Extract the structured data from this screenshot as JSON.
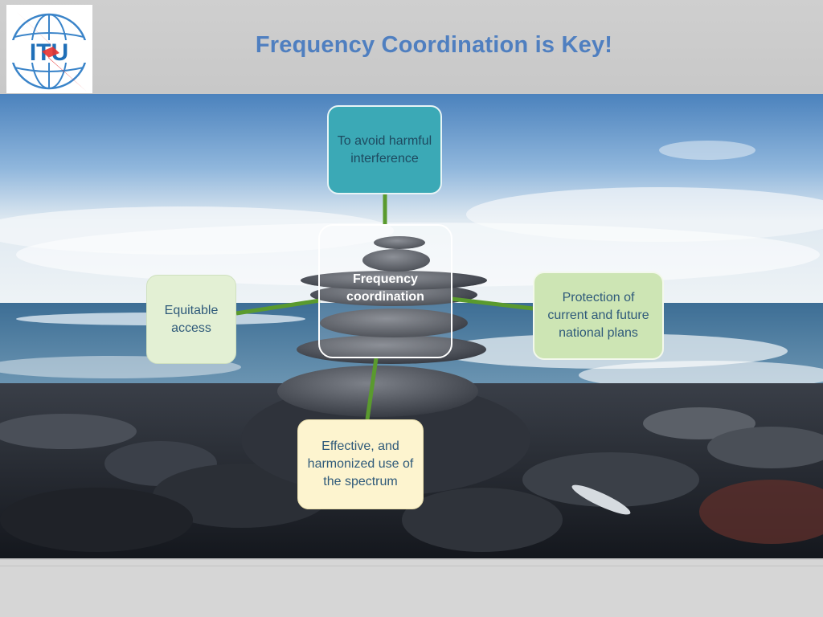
{
  "header": {
    "title": "Frequency Coordination is Key!",
    "logo_text": "ITU",
    "logo_icon": "itu-globe-logo",
    "title_color": "#4f7fc0"
  },
  "diagram": {
    "center": "Frequency coordination",
    "top": "To avoid harmful interference",
    "left": "Equitable access",
    "right": "Protection of current and future national plans",
    "bottom": "Effective, and harmonized use of the spectrum",
    "connector_color": "#5a9a2e"
  },
  "background": {
    "scene": "stacked-stones-on-beach-photo"
  }
}
